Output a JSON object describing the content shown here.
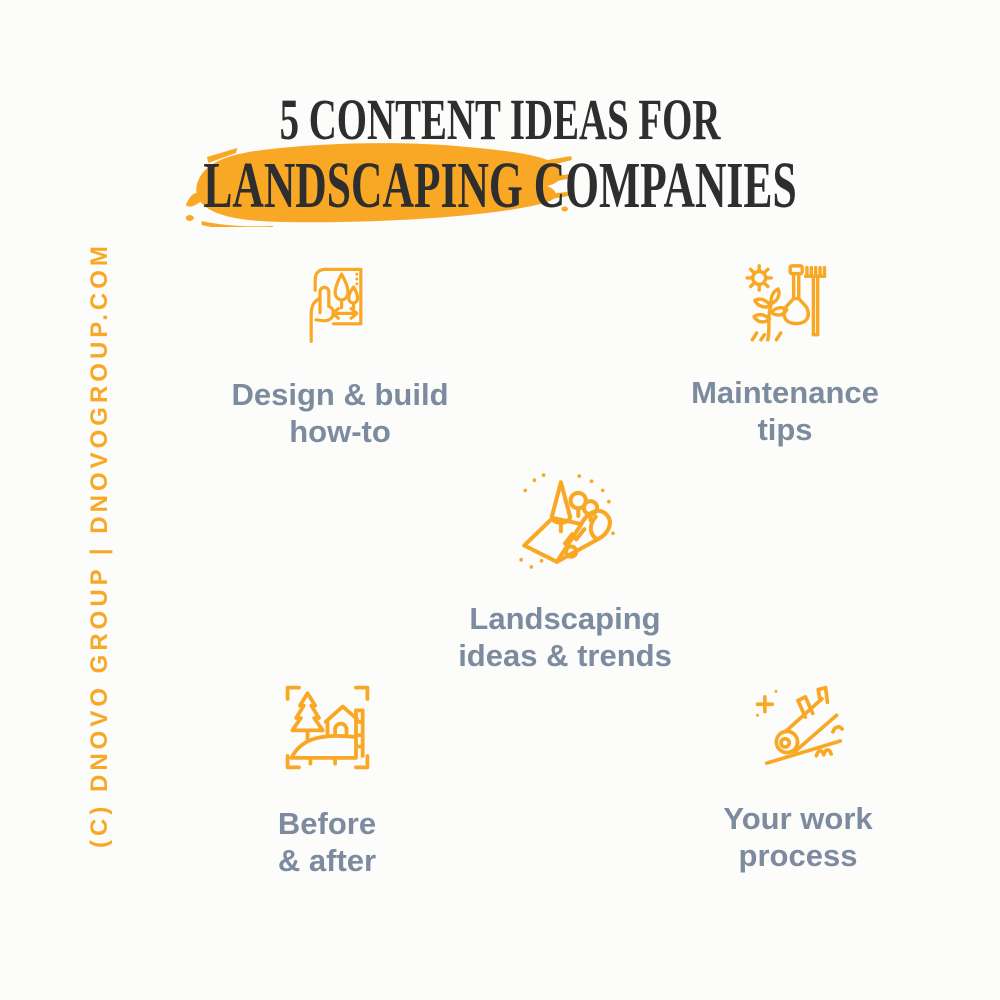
{
  "title": {
    "line1": "5 CONTENT IDEAS FOR",
    "line2": "LANDSCAPING COMPANIES"
  },
  "watermark": "(C) DNOVO GROUP | DNOVOGROUP.COM",
  "items": [
    {
      "icon": "design-plan-hand-icon",
      "label_line1": "Design & build",
      "label_line2": "how-to"
    },
    {
      "icon": "garden-tools-icon",
      "label_line1": "Maintenance",
      "label_line2": "tips"
    },
    {
      "icon": "landscape-blueprint-icon",
      "label_line1": "Landscaping",
      "label_line2": "ideas & trends"
    },
    {
      "icon": "before-after-frame-icon",
      "label_line1": "Before",
      "label_line2": "& after"
    },
    {
      "icon": "fallen-log-icon",
      "label_line1": "Your work",
      "label_line2": "process"
    }
  ],
  "colors": {
    "accent_orange": "#F9A826",
    "title_dark": "#2E2E2E",
    "label_slate": "#7C8C9E",
    "background": "#FCFCFB"
  }
}
